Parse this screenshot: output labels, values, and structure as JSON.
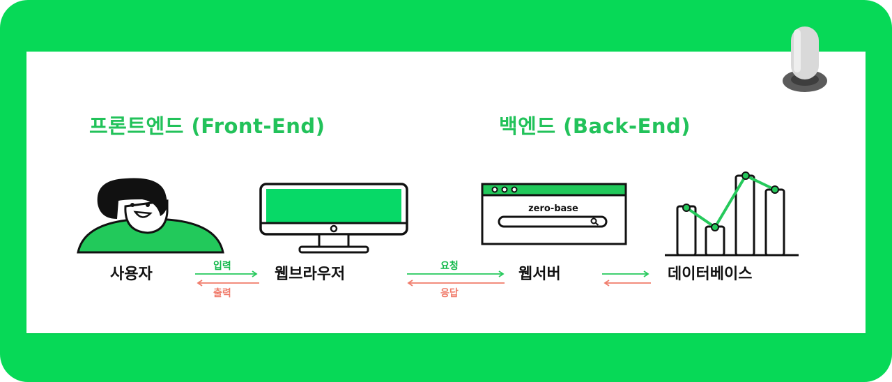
{
  "headings": {
    "frontend": "프론트엔드 (Front-End)",
    "backend": "백엔드 (Back-End)"
  },
  "nodes": [
    {
      "id": "user",
      "label": "사용자",
      "icon": "person-icon"
    },
    {
      "id": "browser",
      "label": "웹브라우저",
      "icon": "monitor-icon"
    },
    {
      "id": "webserver",
      "label": "웹서버",
      "icon": "browser-window-icon"
    },
    {
      "id": "database",
      "label": "데이터베이스",
      "icon": "bar-chart-icon"
    }
  ],
  "arrows": {
    "user_browser": {
      "forward": "입력",
      "backward": "출력"
    },
    "browser_server": {
      "forward": "요청",
      "backward": "응답"
    },
    "server_database": {
      "forward": "",
      "backward": ""
    }
  },
  "browser_window": {
    "site_name": "zero-base"
  },
  "colors": {
    "frame": "#07d957",
    "heading": "#22c25a",
    "forward_arrow": "#25c95b",
    "backward_arrow": "#f07b6a"
  }
}
